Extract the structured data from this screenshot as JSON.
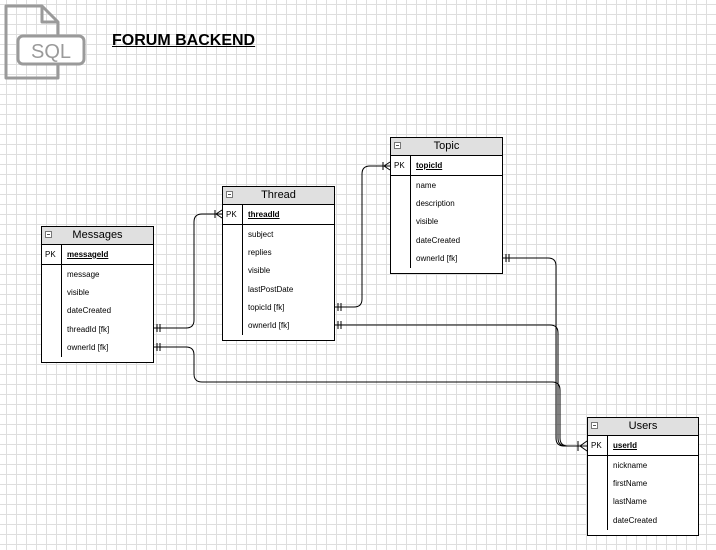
{
  "diagram": {
    "title": "FORUM BACKEND",
    "icon": {
      "name": "sql-file-icon",
      "label": "SQL"
    },
    "colors": {
      "line": "#000000",
      "header": "#e0e0e0",
      "icon": "#9a9a9a"
    }
  },
  "entities": {
    "topic": {
      "name": "Topic",
      "pk_label": "PK",
      "pk": "topicId",
      "fields": [
        "name",
        "description",
        "visible",
        "dateCreated",
        "ownerId [fk]"
      ]
    },
    "thread": {
      "name": "Thread",
      "pk_label": "PK",
      "pk": "threadId",
      "fields": [
        "subject",
        "replies",
        "visible",
        "lastPostDate",
        "topicId [fk]",
        "ownerId [fk]"
      ]
    },
    "messages": {
      "name": "Messages",
      "pk_label": "PK",
      "pk": "messageId",
      "fields": [
        "message",
        "visible",
        "dateCreated",
        "threadId [fk]",
        "ownerId [fk]"
      ]
    },
    "users": {
      "name": "Users",
      "pk_label": "PK",
      "pk": "userId",
      "fields": [
        "nickname",
        "firstName",
        "lastName",
        "dateCreated"
      ]
    }
  },
  "relationships": [
    {
      "from": "Messages.threadId",
      "to": "Thread.threadId"
    },
    {
      "from": "Messages.ownerId",
      "to": "Users.userId"
    },
    {
      "from": "Thread.topicId",
      "to": "Topic.topicId"
    },
    {
      "from": "Thread.ownerId",
      "to": "Users.userId"
    },
    {
      "from": "Topic.ownerId",
      "to": "Users.userId"
    }
  ]
}
